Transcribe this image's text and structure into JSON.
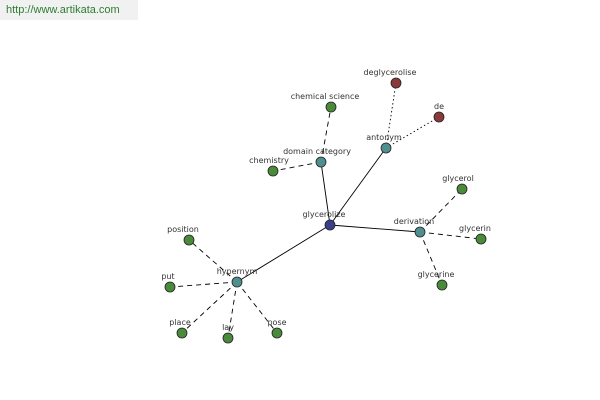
{
  "site_url": "http://www.artikata.com",
  "colors": {
    "center": "#3a3f8a",
    "relation": "#4f8f8f",
    "word": "#4a8a3a",
    "antonym_word": "#8a3a3a",
    "edge": "#000000"
  },
  "graph": {
    "center": {
      "id": "glycerolize",
      "label": "glycerolize"
    },
    "relations": [
      {
        "id": "domain-category",
        "label": "domain category",
        "words": [
          {
            "id": "chemical-science",
            "label": "chemical science"
          },
          {
            "id": "chemistry",
            "label": "chemistry"
          }
        ]
      },
      {
        "id": "antonym",
        "label": "antonym",
        "words": [
          {
            "id": "deglycerolise",
            "label": "deglycerolise"
          },
          {
            "id": "de",
            "label": "de"
          }
        ]
      },
      {
        "id": "derivation",
        "label": "derivation",
        "words": [
          {
            "id": "glycerol",
            "label": "glycerol"
          },
          {
            "id": "glycerin",
            "label": "glycerin"
          },
          {
            "id": "glycerine",
            "label": "glycerine"
          }
        ]
      },
      {
        "id": "hypernym",
        "label": "hypernym",
        "words": [
          {
            "id": "position",
            "label": "position"
          },
          {
            "id": "put",
            "label": "put"
          },
          {
            "id": "place",
            "label": "place"
          },
          {
            "id": "lay",
            "label": "lay"
          },
          {
            "id": "pose",
            "label": "pose"
          }
        ]
      }
    ]
  }
}
